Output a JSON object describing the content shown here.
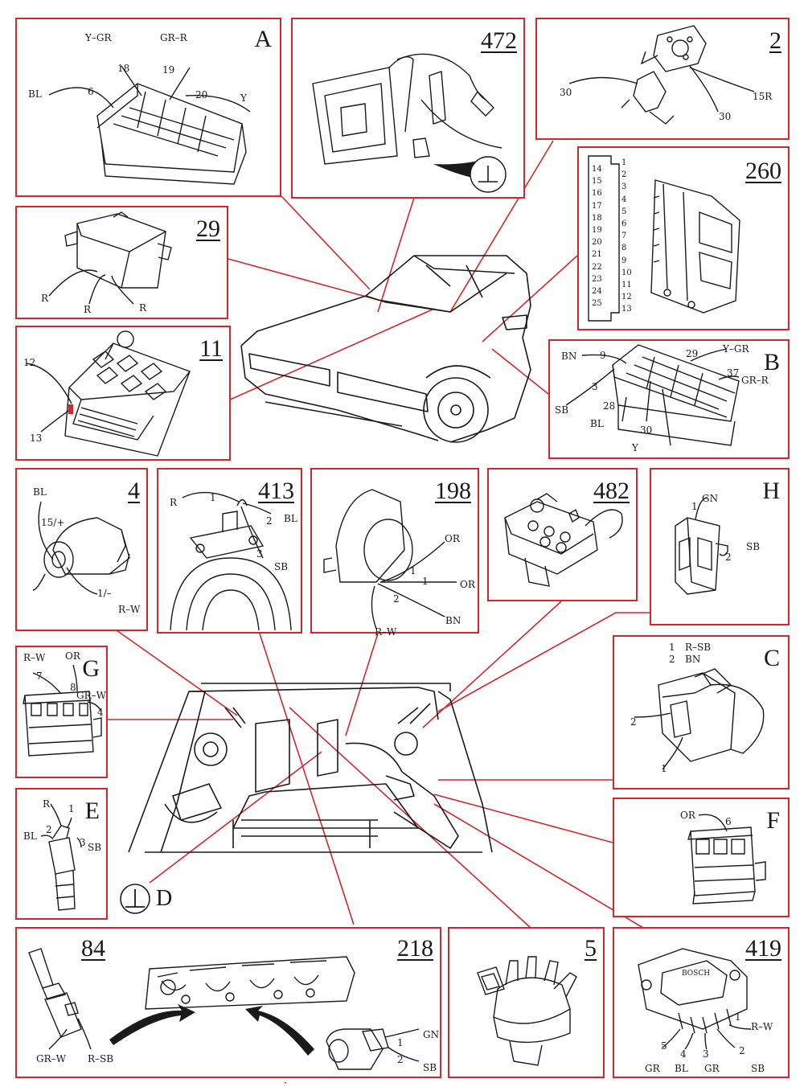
{
  "panels": {
    "A": {
      "title": "A",
      "labels": [
        "Y–GR",
        "GR–R",
        "18",
        "19",
        "BL",
        "6",
        "20",
        "Y"
      ]
    },
    "p472": {
      "title": "472"
    },
    "p2": {
      "title": "2",
      "labels": [
        "30",
        "15R",
        "30"
      ]
    },
    "p29": {
      "title": "29",
      "labels": [
        "R",
        "R",
        "R"
      ]
    },
    "p260": {
      "title": "260",
      "left_pins": [
        "14",
        "15",
        "16",
        "17",
        "18",
        "19",
        "20",
        "21",
        "22",
        "23",
        "24",
        "25"
      ],
      "right_pins": [
        "1",
        "2",
        "3",
        "4",
        "5",
        "6",
        "7",
        "8",
        "9",
        "10",
        "11",
        "12",
        "13"
      ]
    },
    "p11": {
      "title": "11",
      "labels": [
        "12",
        "13"
      ]
    },
    "B": {
      "title": "B",
      "labels": [
        "BN",
        "9",
        "29",
        "Y–GR",
        "37",
        "GR–R",
        "3",
        "SB",
        "28",
        "BL",
        "30",
        "Y"
      ]
    },
    "p4": {
      "title": "4",
      "labels": [
        "BL",
        "15/+",
        "1/–",
        "R–W"
      ]
    },
    "p413": {
      "title": "413",
      "labels": [
        "R",
        "1",
        "2",
        "BL",
        "3",
        "SB"
      ]
    },
    "p198": {
      "title": "198",
      "labels": [
        "OR",
        "1",
        "1",
        "OR",
        "2",
        "BN",
        "R–W"
      ]
    },
    "p482": {
      "title": "482"
    },
    "H": {
      "title": "H",
      "labels": [
        "1",
        "GN",
        "2",
        "SB"
      ]
    },
    "G": {
      "title": "G",
      "labels": [
        "R–W",
        "OR",
        "7",
        "8",
        "GR–W",
        "4"
      ]
    },
    "C": {
      "title": "C",
      "labels": [
        "1",
        "R–SB",
        "2",
        "BN",
        "2",
        "1"
      ]
    },
    "E": {
      "title": "E",
      "labels": [
        "R",
        "1",
        "2",
        "BL",
        "3",
        "SB"
      ]
    },
    "D": {
      "title": "D"
    },
    "F": {
      "title": "F",
      "labels": [
        "OR",
        "6"
      ]
    },
    "p84": {
      "title": "84",
      "labels": [
        "GR–W",
        "R–SB"
      ]
    },
    "p218": {
      "title": "218",
      "labels": [
        "1",
        "GN",
        "2",
        "SB"
      ]
    },
    "p5": {
      "title": "5"
    },
    "p419": {
      "title": "419",
      "labels": [
        "BOSCH",
        "1",
        "R–W",
        "5",
        "4",
        "3",
        "2",
        "GR",
        "BL",
        "GR",
        "SB"
      ]
    }
  },
  "colors": {
    "frame": "#d6262b",
    "ink": "#1a1a1a"
  },
  "footer": {
    "dot": "·"
  }
}
